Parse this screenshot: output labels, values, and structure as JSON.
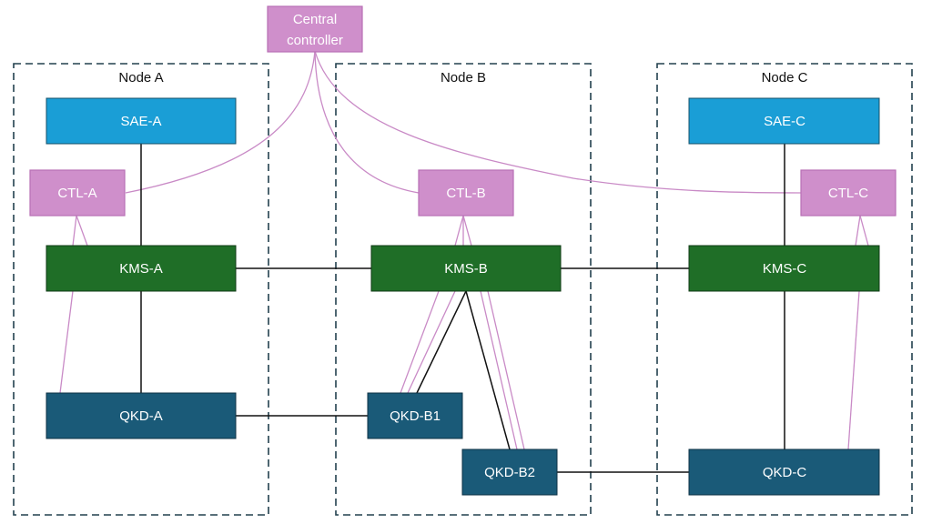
{
  "colors": {
    "sae": "#1a9ed6",
    "kms": "#1f6e27",
    "qkd": "#1a5a78",
    "ctl": "#cf8fcb",
    "ctl_border": "#b86fb5",
    "ctl_link": "#c98ac6",
    "link": "#111111",
    "node_border": "#22404e"
  },
  "central_controller": {
    "line1": "Central",
    "line2": "controller"
  },
  "nodes": {
    "a": {
      "title": "Node A",
      "sae": "SAE-A",
      "ctl": "CTL-A",
      "kms": "KMS-A",
      "qkd": "QKD-A"
    },
    "b": {
      "title": "Node B",
      "ctl": "CTL-B",
      "kms": "KMS-B",
      "qkd1": "QKD-B1",
      "qkd2": "QKD-B2"
    },
    "c": {
      "title": "Node C",
      "sae": "SAE-C",
      "ctl": "CTL-C",
      "kms": "KMS-C",
      "qkd": "QKD-C"
    }
  }
}
